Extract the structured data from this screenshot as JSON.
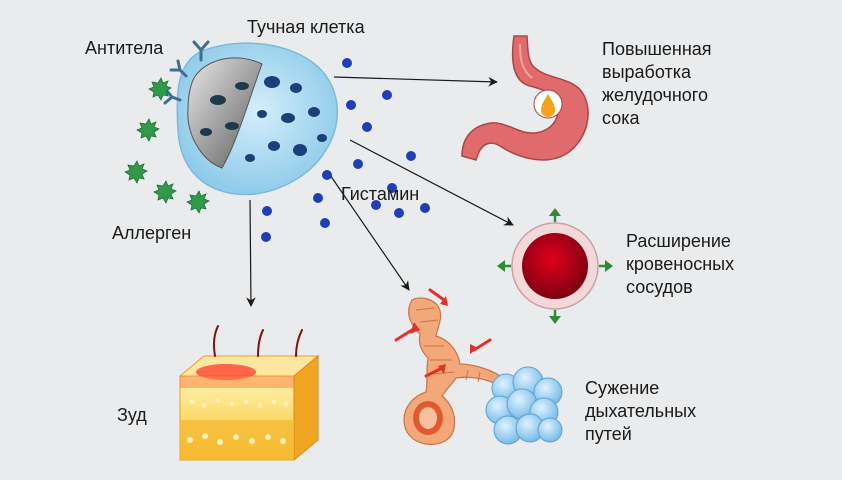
{
  "labels": {
    "mast_cell": "Тучная клетка",
    "antibodies": "Антитела",
    "allergen": "Аллерген",
    "histamine": "Гистамин",
    "gastric": "Повышенная\nвыработка\nжелудочного\nсока",
    "vessels": "Расширение\nкровеносных\nсосудов",
    "itch": "Зуд",
    "airways": "Сужение\nдыхательных\nпутей"
  },
  "colors": {
    "background": "#eaebec",
    "cell": "#a8d8f0",
    "histamine_dot": "#1f3fb5",
    "allergen": "#2e9a4a",
    "antibody": "#3a6f95",
    "stomach": "#e06a6c",
    "vessel": "#b30012",
    "skin": "#f6b11f",
    "bronchi": "#f2a878",
    "lung": "#8cc8ee",
    "arrow_green": "#2e8b3a",
    "arrow_red": "#e0322a"
  },
  "icons": [
    "mast-cell-icon",
    "antibody-icon",
    "allergen-icon",
    "histamine-molecule-icon",
    "stomach-icon",
    "blood-vessel-icon",
    "skin-icon",
    "bronchi-icon"
  ]
}
